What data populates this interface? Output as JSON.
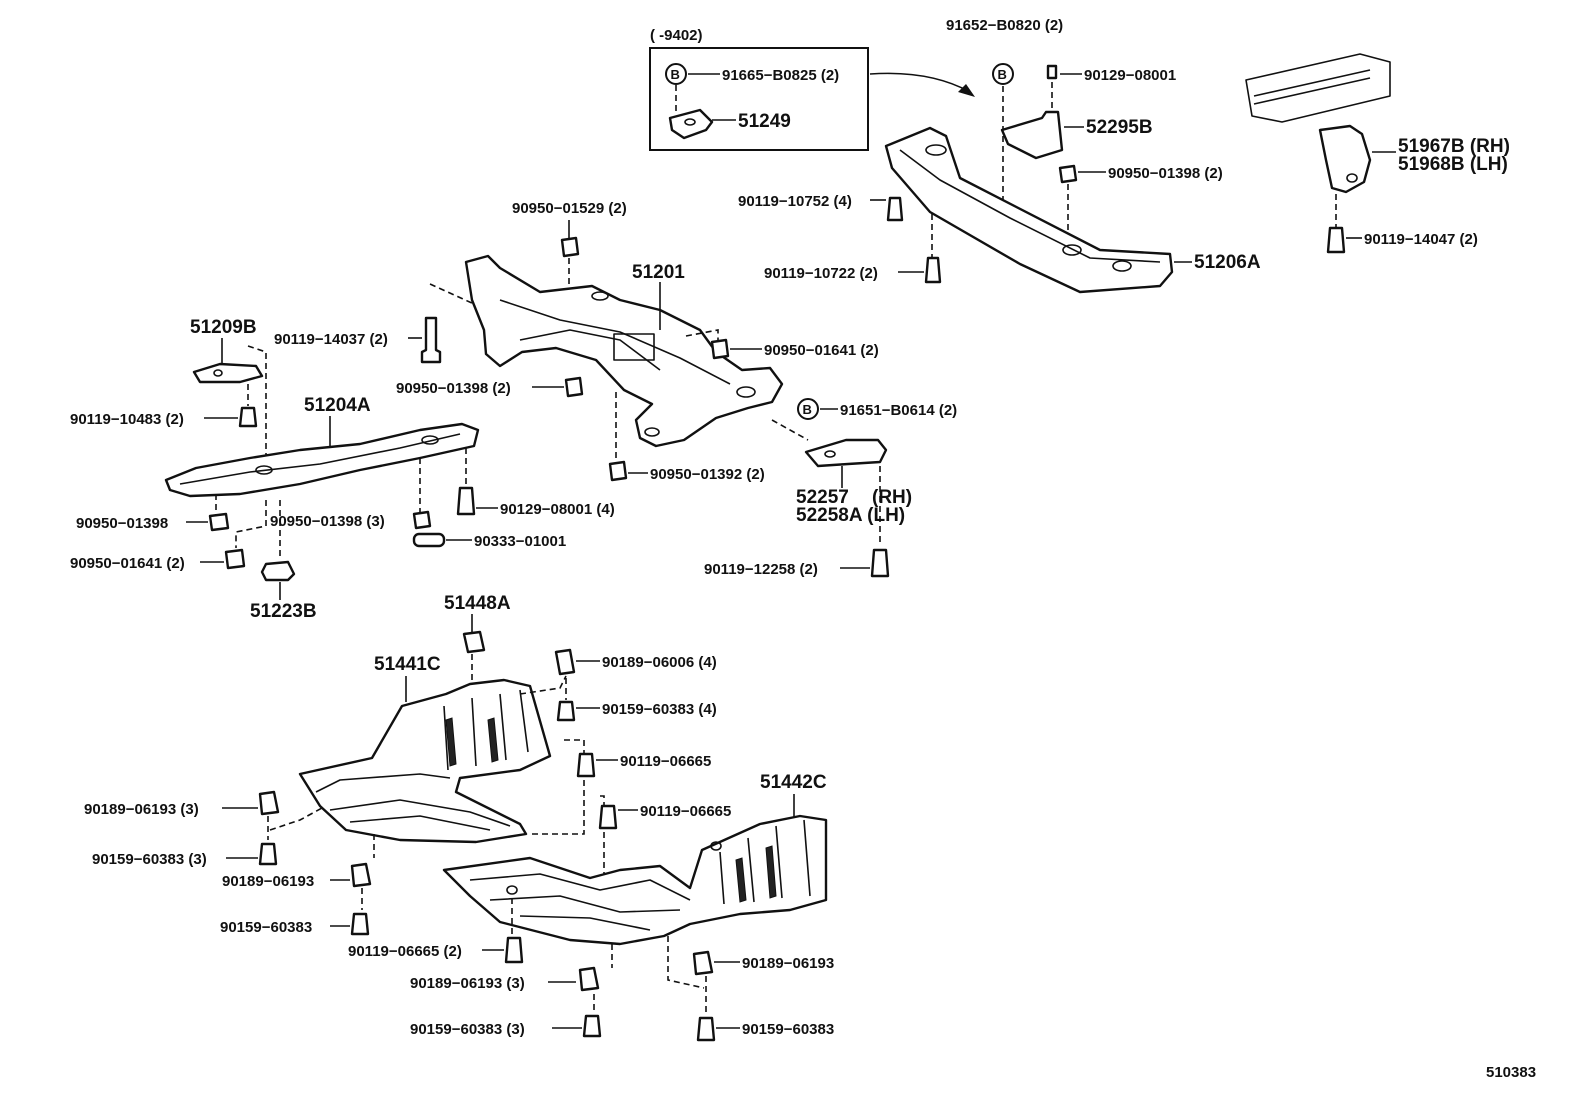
{
  "inset": {
    "range_label": "(      -9402)"
  },
  "badge_letter": "B",
  "ref_code": "510383",
  "labels": {
    "p91665": "91665−B0825 (2)",
    "p51249": "51249",
    "p91652": "91652−B0820 (2)",
    "p90129_08001_a": "90129−08001",
    "p52295b": "52295B",
    "p90950_01398_a": "90950−01398 (2)",
    "p90119_10752": "90119−10752 (4)",
    "p51206a": "51206A",
    "p90119_10722": "90119−10722 (2)",
    "p51967b": "51967B (RH)",
    "p51968b": "51968B (LH)",
    "p90119_14047": "90119−14047 (2)",
    "p90950_01529": "90950−01529 (2)",
    "p51201": "51201",
    "p51209b": "51209B",
    "p90119_14037": "90119−14037 (2)",
    "p90950_01641_a": "90950−01641 (2)",
    "p90950_01398_b": "90950−01398 (2)",
    "p91651": "91651−B0614 (2)",
    "p90119_10483": "90119−10483 (2)",
    "p51204a": "51204A",
    "p90950_01392": "90950−01392 (2)",
    "p52257": "52257",
    "p52257_rh": "(RH)",
    "p52258a": "52258A (LH)",
    "p90129_08001_b": "90129−08001 (4)",
    "p90950_01398_c": "90950−01398",
    "p90950_01398_d": "90950−01398 (3)",
    "p90333": "90333−01001",
    "p90950_01641_b": "90950−01641 (2)",
    "p51223b": "51223B",
    "p90119_12258": "90119−12258 (2)",
    "p51448a": "51448A",
    "p51441c": "51441C",
    "p90189_06006": "90189−06006 (4)",
    "p90159_60383_a": "90159−60383 (4)",
    "p90119_06665_a": "90119−06665",
    "p51442c": "51442C",
    "p90119_06665_b": "90119−06665",
    "p90189_06193_a": "90189−06193 (3)",
    "p90159_60383_b": "90159−60383 (3)",
    "p90189_06193_b": "90189−06193",
    "p90159_60383_c": "90159−60383",
    "p90119_06665_c": "90119−06665 (2)",
    "p90189_06193_c": "90189−06193 (3)",
    "p90159_60383_d": "90159−60383 (3)",
    "p90189_06193_d": "90189−06193",
    "p90159_60383_e": "90159−60383"
  }
}
